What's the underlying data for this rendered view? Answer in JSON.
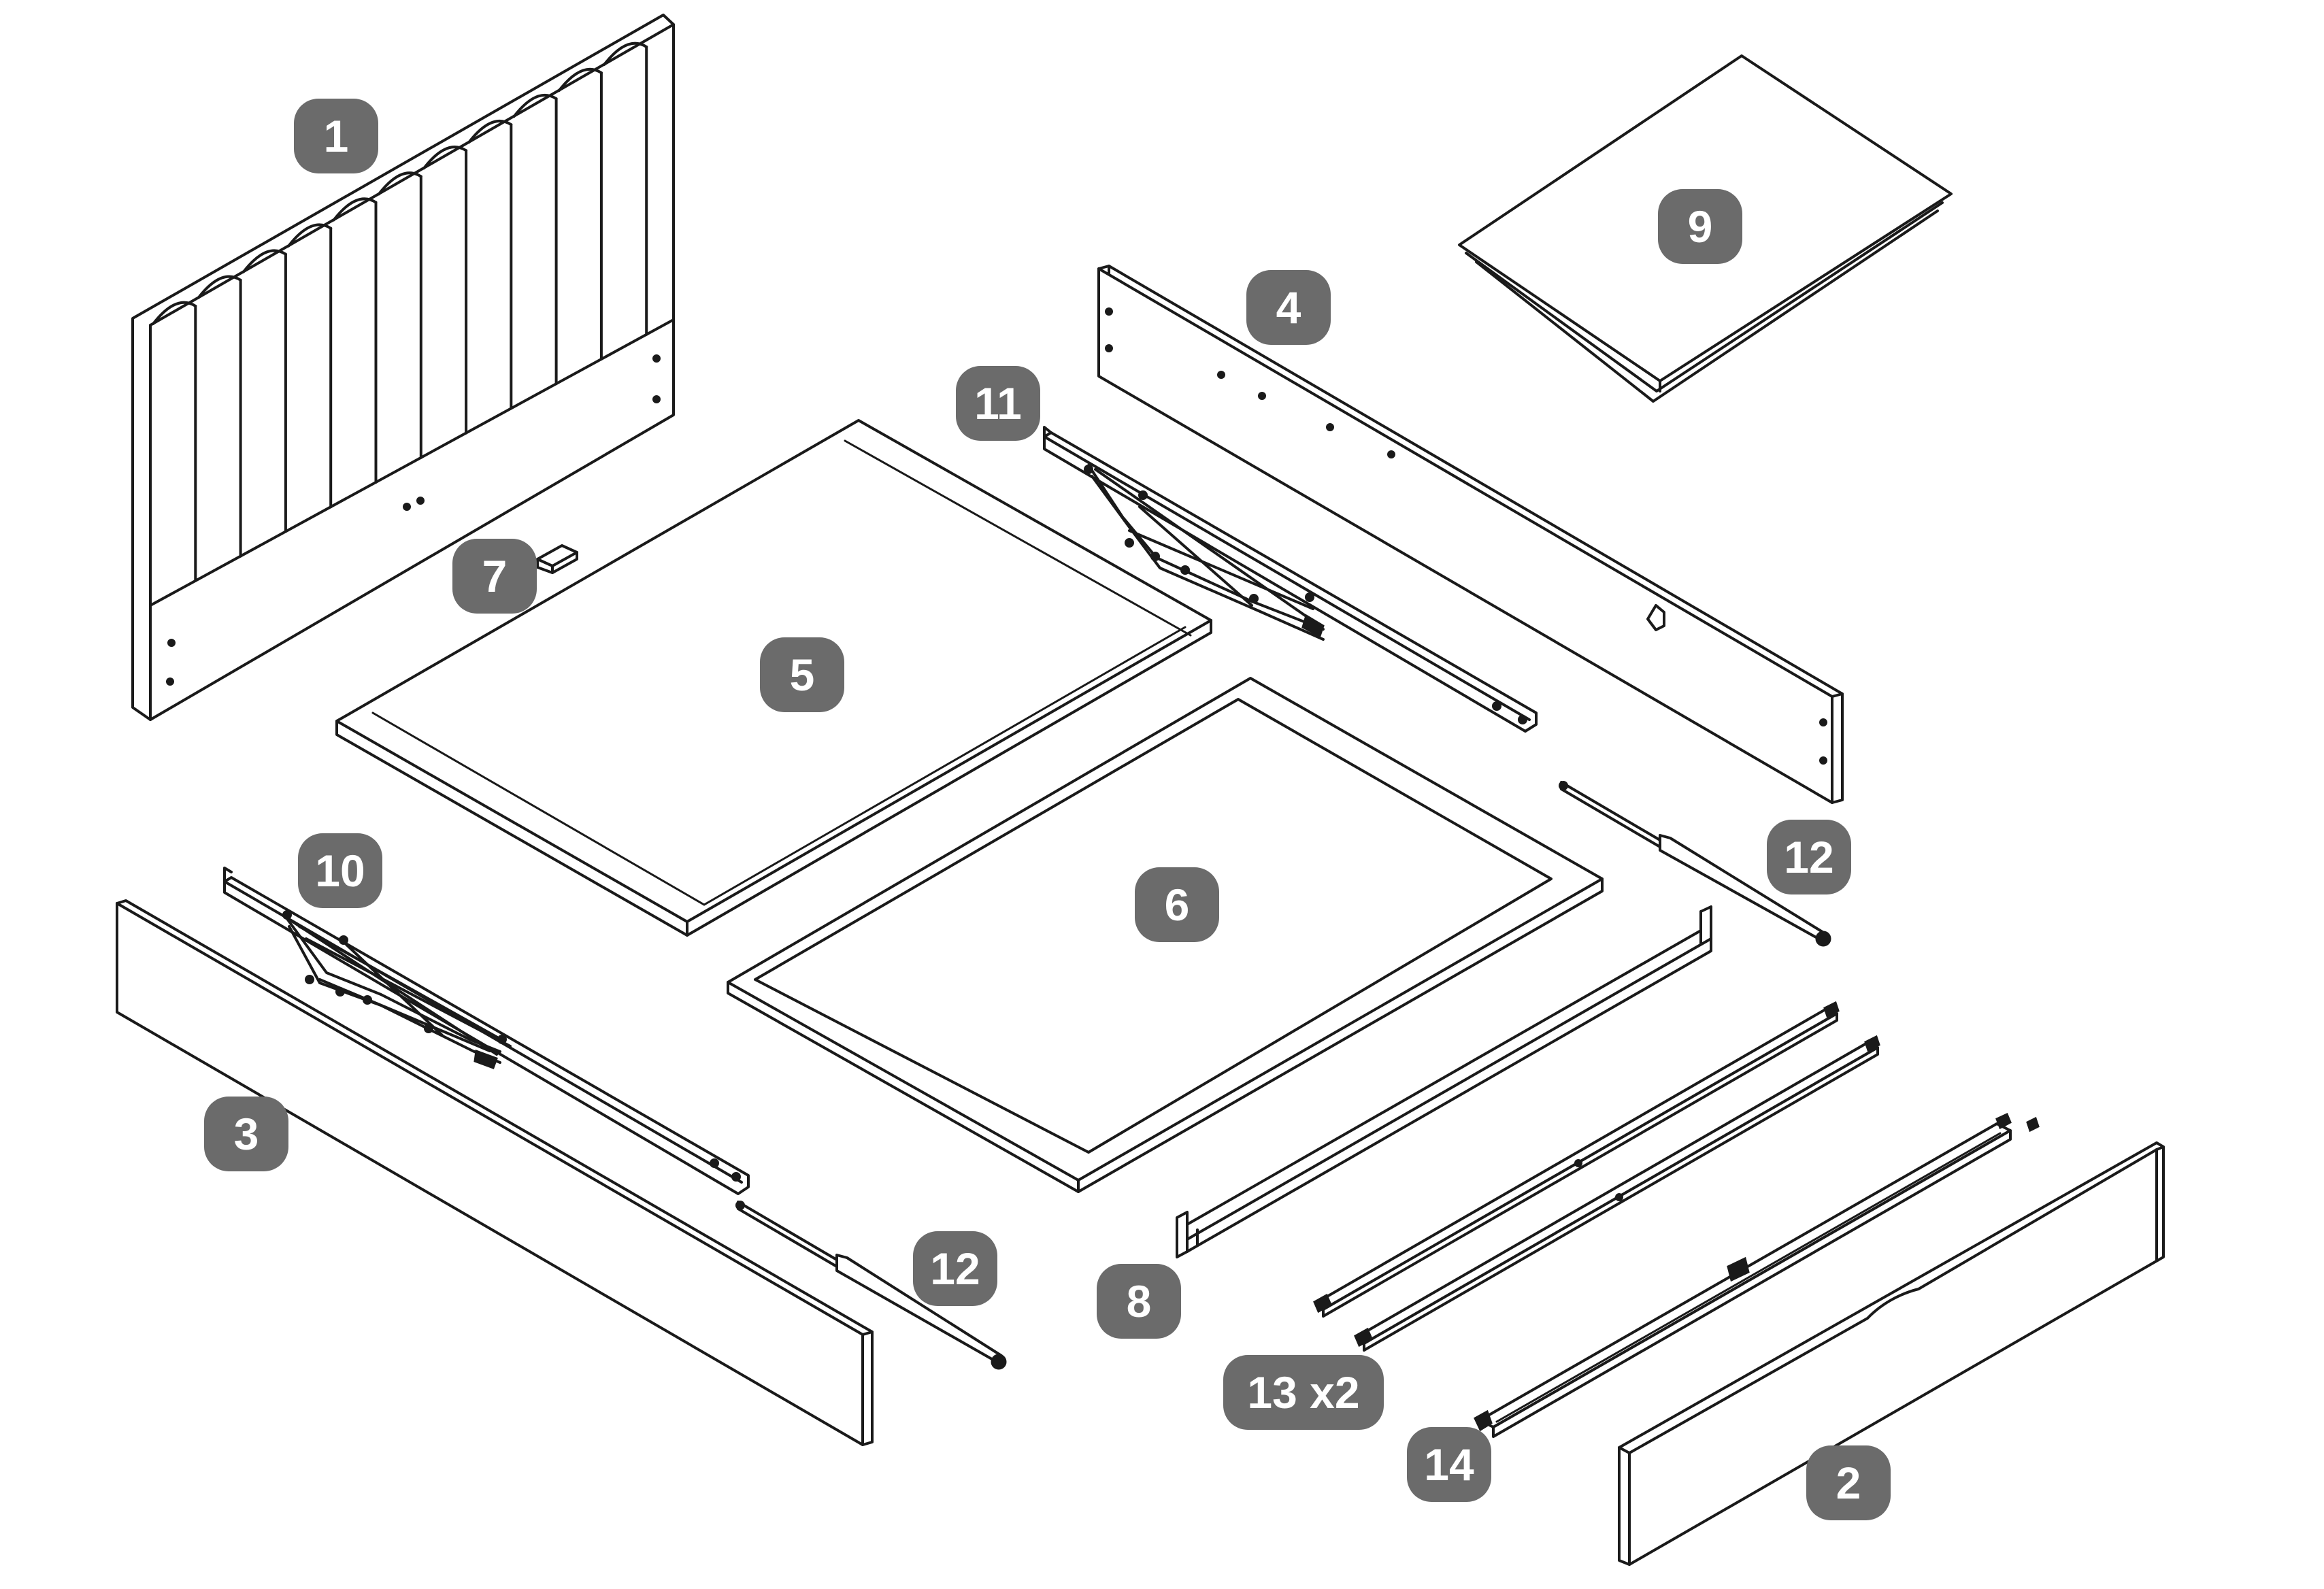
{
  "labels": [
    {
      "id": "1",
      "text": "1"
    },
    {
      "id": "2",
      "text": "2"
    },
    {
      "id": "3",
      "text": "3"
    },
    {
      "id": "4",
      "text": "4"
    },
    {
      "id": "5",
      "text": "5"
    },
    {
      "id": "6",
      "text": "6"
    },
    {
      "id": "7",
      "text": "7"
    },
    {
      "id": "8",
      "text": "8"
    },
    {
      "id": "9",
      "text": "9"
    },
    {
      "id": "10",
      "text": "10"
    },
    {
      "id": "11",
      "text": "11"
    },
    {
      "id": "12a",
      "text": "12"
    },
    {
      "id": "12b",
      "text": "12"
    },
    {
      "id": "13",
      "text": "13 x2"
    },
    {
      "id": "14",
      "text": "14"
    }
  ],
  "colors": {
    "badge": "#6b6b6b",
    "badge_text": "#ffffff",
    "line": "#1a1a1a",
    "background": "#ffffff"
  }
}
